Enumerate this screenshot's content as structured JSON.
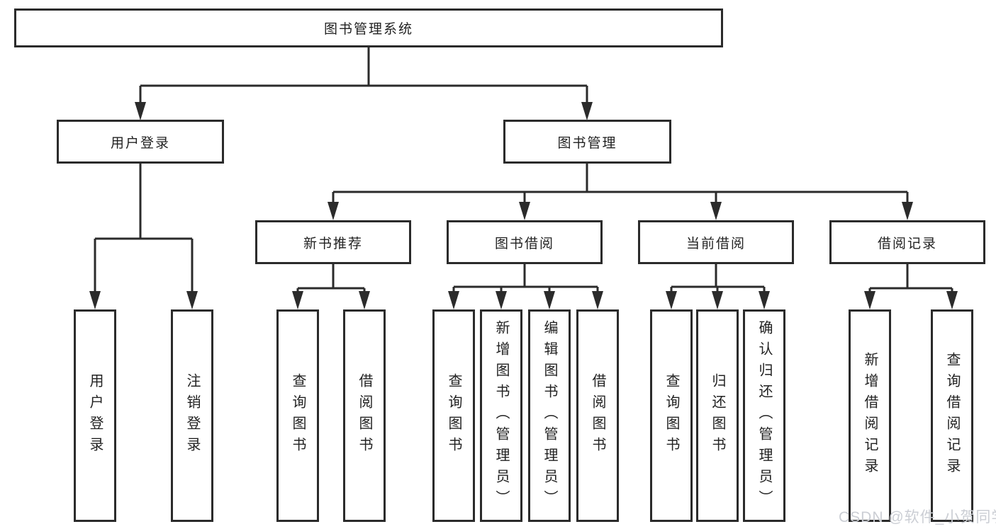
{
  "colors": {
    "line": "#2b2b2b",
    "box_border": "#2b2b2b",
    "text": "#222222",
    "background": "#ffffff",
    "watermark_text": "#cbced4"
  },
  "tree": {
    "root": {
      "label": "图书管理系统"
    },
    "user_login": {
      "label": "用户登录",
      "children": [
        "用户登录",
        "注销登录"
      ]
    },
    "book_mgmt": {
      "label": "图书管理",
      "sections": [
        {
          "label": "新书推荐",
          "children": [
            "查询图书",
            "借阅图书"
          ]
        },
        {
          "label": "图书借阅",
          "children": [
            "查询图书",
            "新增图书（管理员）",
            "编辑图书（管理员）",
            "借阅图书"
          ]
        },
        {
          "label": "当前借阅",
          "children": [
            "查询图书",
            "归还图书",
            "确认归还（管理员）"
          ]
        },
        {
          "label": "借阅记录",
          "children": [
            "新增借阅记录",
            "查询借阅记录"
          ]
        }
      ]
    }
  },
  "watermark": {
    "text": "CSDN @软件_小贺同学"
  }
}
